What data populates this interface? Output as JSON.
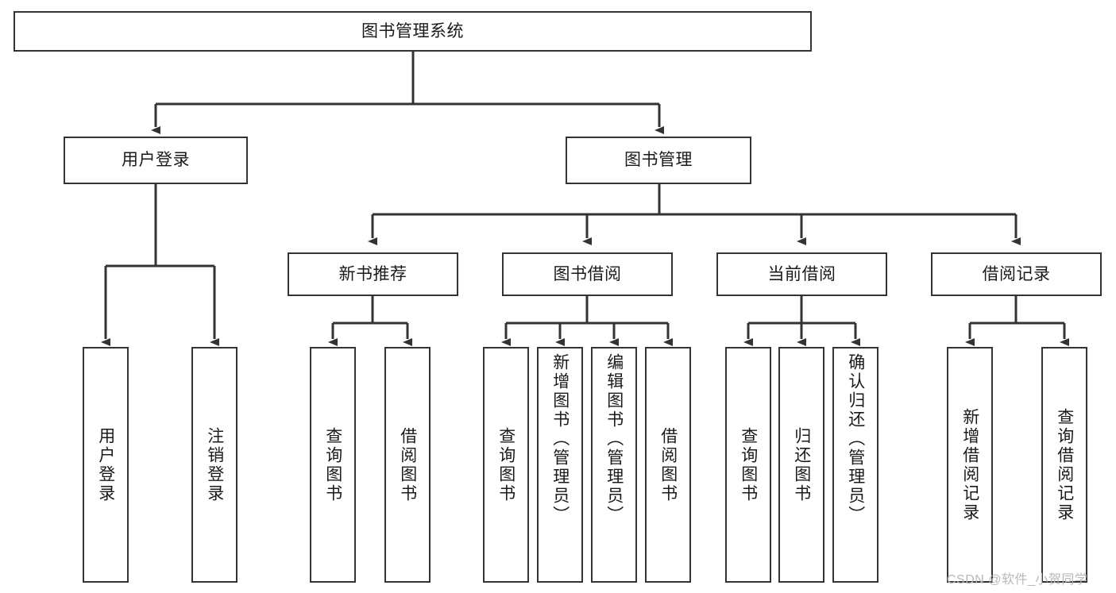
{
  "diagram": {
    "type": "tree",
    "title": "图书管理系统",
    "root": {
      "id": "root",
      "label": "图书管理系统",
      "orientation": "horizontal"
    },
    "level2": [
      {
        "id": "user-login",
        "label": "用户登录",
        "orientation": "horizontal"
      },
      {
        "id": "book-manage",
        "label": "图书管理",
        "orientation": "horizontal"
      }
    ],
    "level3": [
      {
        "id": "new-book-recommend",
        "label": "新书推荐",
        "orientation": "horizontal"
      },
      {
        "id": "book-borrow",
        "label": "图书借阅",
        "orientation": "horizontal"
      },
      {
        "id": "current-borrow",
        "label": "当前借阅",
        "orientation": "horizontal"
      },
      {
        "id": "borrow-record",
        "label": "借阅记录",
        "orientation": "horizontal"
      }
    ],
    "leaves": [
      {
        "id": "leaf-user-login",
        "parent": "user-login",
        "label": "用户登录",
        "orientation": "vertical"
      },
      {
        "id": "leaf-user-logout",
        "parent": "user-login",
        "label": "注销登录",
        "orientation": "vertical"
      },
      {
        "id": "leaf-query-book-rec",
        "parent": "new-book-recommend",
        "label": "查询图书",
        "orientation": "vertical"
      },
      {
        "id": "leaf-borrow-book-rec",
        "parent": "new-book-recommend",
        "label": "借阅图书",
        "orientation": "vertical"
      },
      {
        "id": "leaf-query-book-borrow",
        "parent": "book-borrow",
        "label": "查询图书",
        "orientation": "vertical"
      },
      {
        "id": "leaf-add-book",
        "parent": "book-borrow",
        "label": "新增图书（管理员）",
        "orientation": "vertical"
      },
      {
        "id": "leaf-edit-book",
        "parent": "book-borrow",
        "label": "编辑图书（管理员）",
        "orientation": "vertical"
      },
      {
        "id": "leaf-borrow-book",
        "parent": "book-borrow",
        "label": "借阅图书",
        "orientation": "vertical"
      },
      {
        "id": "leaf-query-book-current",
        "parent": "current-borrow",
        "label": "查询图书",
        "orientation": "vertical"
      },
      {
        "id": "leaf-return-book",
        "parent": "current-borrow",
        "label": "归还图书",
        "orientation": "vertical"
      },
      {
        "id": "leaf-confirm-return",
        "parent": "current-borrow",
        "label": "确认归还（管理员）",
        "orientation": "vertical"
      },
      {
        "id": "leaf-add-record",
        "parent": "borrow-record",
        "label": "新增借阅记录",
        "orientation": "vertical"
      },
      {
        "id": "leaf-query-record",
        "parent": "borrow-record",
        "label": "查询借阅记录",
        "orientation": "vertical"
      }
    ],
    "colors": {
      "stroke": "#333333",
      "background": "#ffffff",
      "text": "#1a1a1a",
      "watermark": "#b8b8b8"
    }
  },
  "watermark": {
    "text": "CSDN @软件_小贺同学"
  }
}
